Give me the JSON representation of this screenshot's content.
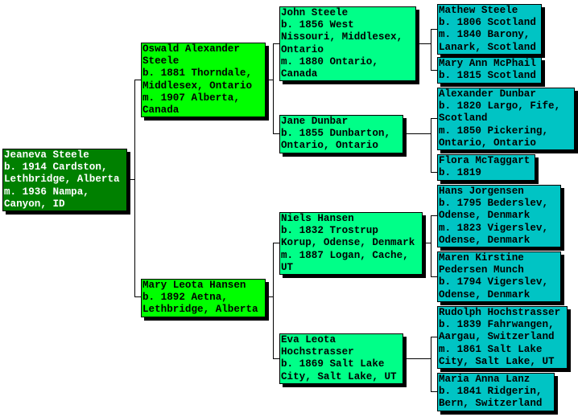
{
  "colors": {
    "gen0": "#008000",
    "gen1": "#00ff00",
    "gen2": "#00ff88",
    "gen3": "#00c4c4"
  },
  "people": [
    {
      "lines": [
        "Jeaneva Steele",
        "b. 1914 Cardston,",
        "Lethbridge, Alberta",
        "m. 1936 Nampa,",
        "Canyon, ID"
      ]
    },
    {
      "lines": [
        "Oswald Alexander",
        "Steele",
        "b. 1881 Thorndale,",
        "Middlesex, Ontario",
        "m. 1907 Alberta,",
        "Canada"
      ]
    },
    {
      "lines": [
        "Mary Leota Hansen",
        "b. 1892 Aetna,",
        "Lethbridge, Alberta"
      ]
    },
    {
      "lines": [
        "John Steele",
        "b. 1856 West",
        "Nissouri, Middlesex,",
        "Ontario",
        "m. 1880 Ontario,",
        "Canada"
      ]
    },
    {
      "lines": [
        "Jane Dunbar",
        "b. 1855 Dunbarton,",
        "Ontario, Ontario"
      ]
    },
    {
      "lines": [
        "Niels Hansen",
        "b. 1832 Trostrup",
        "Korup, Odense, Denmark",
        "m. 1887 Logan, Cache,",
        "UT"
      ]
    },
    {
      "lines": [
        "Eva Leota",
        "Hochstrasser",
        "b. 1869 Salt Lake",
        "City, Salt Lake, UT"
      ]
    },
    {
      "lines": [
        "Mathew Steele",
        "b. 1806 Scotland",
        "m. 1840 Barony,",
        "Lanark, Scotland"
      ]
    },
    {
      "lines": [
        "Mary Ann McPhail",
        "b. 1815 Scotland"
      ]
    },
    {
      "lines": [
        "Alexander Dunbar",
        "b. 1820 Largo, Fife,",
        "Scotland",
        "m. 1850 Pickering,",
        "Ontario, Ontario"
      ]
    },
    {
      "lines": [
        "Flora McTaggart",
        "b. 1819"
      ]
    },
    {
      "lines": [
        "Hans Jorgensen",
        "b. 1795 Bederslev,",
        "Odense, Denmark",
        "m. 1823 Vigerslev,",
        "Odense, Denmark"
      ]
    },
    {
      "lines": [
        "Maren Kirstine",
        "Pedersen Munch",
        "b. 1794 Vigerslev,",
        "Odense, Denmark"
      ]
    },
    {
      "lines": [
        "Rudolph Hochstrasser",
        "b. 1839 Fahrwangen,",
        "Aargau, Switzerland",
        "m. 1861 Salt Lake",
        "City, Salt Lake, UT"
      ]
    },
    {
      "lines": [
        "Maria Anna Lanz",
        "b. 1841 Ridgerin,",
        "Bern, Switzerland"
      ]
    }
  ]
}
